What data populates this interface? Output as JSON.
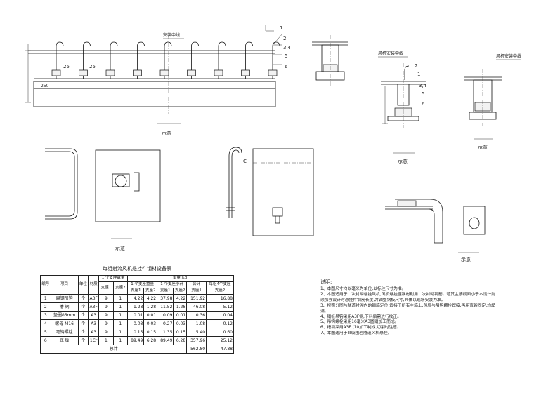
{
  "labels": {
    "center_line_install": "安装中线",
    "center_line_fan": "风机安装中线",
    "center_line_fan_right": "风机安装中线",
    "schematic": "示意",
    "dim_25a": "25",
    "dim_25b": "25",
    "dim_250": "250",
    "part_1": "1",
    "part_2": "2",
    "part_34": "3,4",
    "part_5": "5",
    "part_6": "6",
    "part_c": "C"
  },
  "table": {
    "title": "每组射流风机悬挂件钢材设备表",
    "headers": {
      "no": "编号",
      "item": "项目",
      "unit": "单位",
      "material": "材质",
      "qty_group": "1 个支座数量",
      "weight_group": "重量(Kg)",
      "single_fan": "1 个支座重量",
      "total_weight": "1 个支座小计",
      "grand": "合计",
      "grand_per": "每组4个支座",
      "per_unit": "支座1",
      "per_unit2": "支座2"
    },
    "rows": [
      {
        "no": "1",
        "item": "扁钢吊钩",
        "unit": "个",
        "material": "A3F",
        "q1": "9",
        "q2": "1",
        "w1": "4.22",
        "w2": "4.22",
        "t1": "37.98",
        "t2": "4.22",
        "g1": "151.92",
        "g2": "16.88"
      },
      {
        "no": "2",
        "item": "槽 钢",
        "unit": "个",
        "material": "A3F",
        "q1": "9",
        "q2": "1",
        "w1": "1.28",
        "w2": "1.28",
        "t1": "11.52",
        "t2": "1.28",
        "g1": "46.08",
        "g2": "5.12"
      },
      {
        "no": "3",
        "item": "垫圈δ6mm",
        "unit": "个",
        "material": "A3",
        "q1": "9",
        "q2": "1",
        "w1": "0.01",
        "w2": "0.01",
        "t1": "0.09",
        "t2": "0.01",
        "g1": "0.36",
        "g2": "0.04"
      },
      {
        "no": "4",
        "item": "螺母 M16",
        "unit": "个",
        "material": "A3",
        "q1": "9",
        "q2": "1",
        "w1": "0.03",
        "w2": "0.03",
        "t1": "0.27",
        "t2": "0.03",
        "g1": "1.08",
        "g2": "0.12"
      },
      {
        "no": "5",
        "item": "弯钩螺栓",
        "unit": "个",
        "material": "A3",
        "q1": "9",
        "q2": "1",
        "w1": "0.15",
        "w2": "0.15",
        "t1": "1.35",
        "t2": "0.15",
        "g1": "5.40",
        "g2": "0.60"
      },
      {
        "no": "6",
        "item": "底 板",
        "unit": "个",
        "material": "1Cr",
        "q1": "1",
        "q2": "1",
        "w1": "89.49",
        "w2": "6.28",
        "t1": "89.49",
        "t2": "6.28",
        "g1": "357.96",
        "g2": "25.12"
      }
    ],
    "total_label": "总计",
    "total1": "562.80",
    "total2": "47.88"
  },
  "notes": {
    "title": "说明:",
    "items": [
      "1、本图尺寸均以毫米为单位,以标注尺寸为准。",
      "2、本图适用于二次衬砌悬挂风机,风机悬挂座钢材利用二次衬砌钢筋。若其主筋截面小于本设计则须加强设计时悬挂件钢筋长度,并调整钢板尺寸,具体以现场安装为准。",
      "3、按照分图与隧道衬砌内的钢筋定位,焊接于所有主筋上,然后与吊钩螺栓焊接,再用弯钩固定,均焊满。",
      "4、钢板吊钩采用A3F钢,下料后需进行校正。",
      "5、吊钩螺栓采用16毫米A3圆钢加工而成。",
      "6、槽钢采用A3F [10加工制成,切割时注意。",
      "7、本图适用于III级围岩隧道风机悬挂。"
    ]
  }
}
